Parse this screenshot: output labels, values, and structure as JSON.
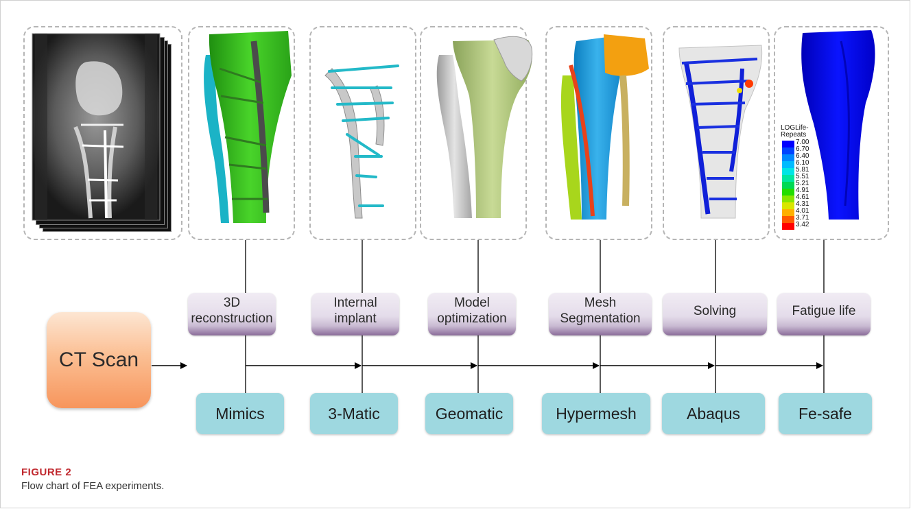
{
  "panels": [
    {
      "id": "ct",
      "illustration": "ct-slice-image"
    },
    {
      "id": "reconstruction",
      "illustration": "tibia-fibula-green-model"
    },
    {
      "id": "implant",
      "illustration": "plate-and-screws-model"
    },
    {
      "id": "optimization",
      "illustration": "smooth-bone-model"
    },
    {
      "id": "segmentation",
      "illustration": "segmented-mesh-model"
    },
    {
      "id": "solving",
      "illustration": "stress-contour-model"
    },
    {
      "id": "fatigue",
      "illustration": "fatigue-life-model"
    }
  ],
  "steps": [
    {
      "line1": "3D",
      "line2": "reconstruction"
    },
    {
      "line1": "Internal",
      "line2": "implant"
    },
    {
      "line1": "Model",
      "line2": "optimization"
    },
    {
      "line1": "Mesh",
      "line2": "Segmentation"
    },
    {
      "line1": "Solving",
      "line2": ""
    },
    {
      "line1": "Fatigue life",
      "line2": ""
    }
  ],
  "software": [
    "Mimics",
    "3-Matic",
    "Geomatic",
    "Hypermesh",
    "Abaqus",
    "Fe-safe"
  ],
  "start": {
    "label": "CT Scan"
  },
  "legend": {
    "title1": "LOGLife-",
    "title2": "Repeats",
    "values": [
      "7.00",
      "6.70",
      "6.40",
      "6.10",
      "5.81",
      "5.51",
      "5.21",
      "4.91",
      "4.61",
      "4.31",
      "4.01",
      "3.71",
      "3.42"
    ],
    "colors": [
      "#0000ff",
      "#0044ff",
      "#0088ff",
      "#00bbff",
      "#00e5e5",
      "#00e6a0",
      "#00d955",
      "#22dd00",
      "#88e600",
      "#d9e600",
      "#ffb000",
      "#ff5a00",
      "#ff0000"
    ]
  },
  "caption": {
    "label": "FIGURE 2",
    "text": "Flow chart of FEA experiments."
  },
  "colors": {
    "step_box": "#e4dcea",
    "software_box": "#9ed8e0",
    "ct_box": "#f9a66c",
    "caption_label": "#c0272d",
    "bone_green": "#3cc21a",
    "bone_blue": "#1aa0d8",
    "plate_grey": "#c8c8c8",
    "screw_cyan": "#23b9c8"
  }
}
